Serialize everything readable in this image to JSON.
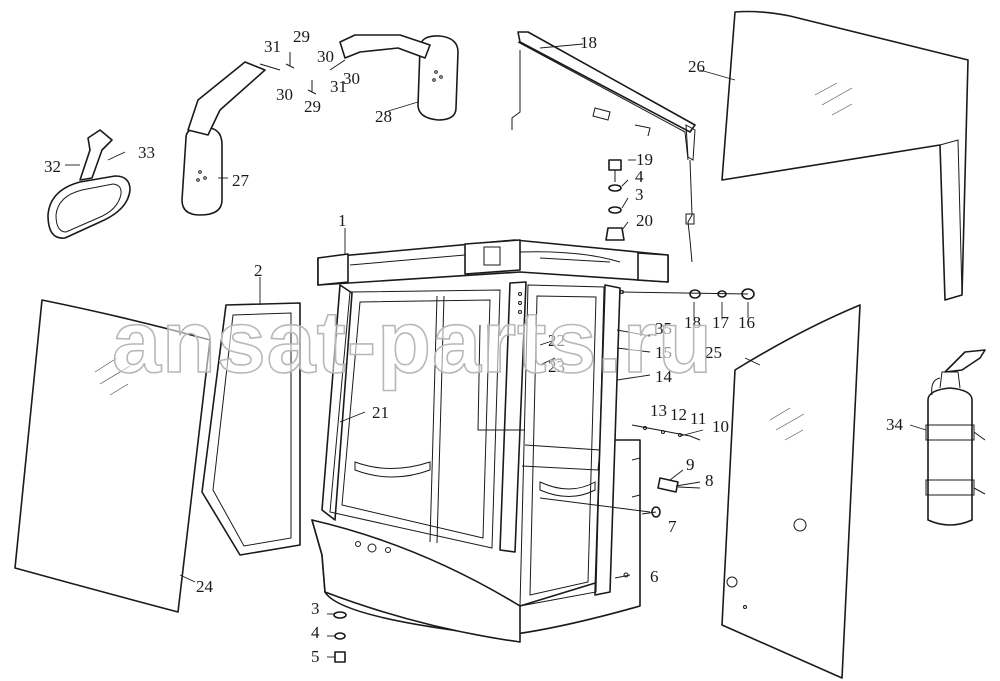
{
  "watermark": "ansat-parts.ru",
  "callouts": [
    {
      "id": "c1",
      "text": "1"
    },
    {
      "id": "c2",
      "text": "2"
    },
    {
      "id": "c3a",
      "text": "3"
    },
    {
      "id": "c3b",
      "text": "3"
    },
    {
      "id": "c4a",
      "text": "4"
    },
    {
      "id": "c4b",
      "text": "4"
    },
    {
      "id": "c5",
      "text": "5"
    },
    {
      "id": "c6",
      "text": "6"
    },
    {
      "id": "c7",
      "text": "7"
    },
    {
      "id": "c8",
      "text": "8"
    },
    {
      "id": "c9",
      "text": "9"
    },
    {
      "id": "c10",
      "text": "10"
    },
    {
      "id": "c11",
      "text": "11"
    },
    {
      "id": "c12",
      "text": "12"
    },
    {
      "id": "c13",
      "text": "13"
    },
    {
      "id": "c14",
      "text": "14"
    },
    {
      "id": "c15",
      "text": "15"
    },
    {
      "id": "c16",
      "text": "16"
    },
    {
      "id": "c17",
      "text": "17"
    },
    {
      "id": "c18a",
      "text": "18"
    },
    {
      "id": "c18b",
      "text": "18"
    },
    {
      "id": "c19",
      "text": "19"
    },
    {
      "id": "c20",
      "text": "20"
    },
    {
      "id": "c21",
      "text": "21"
    },
    {
      "id": "c22",
      "text": "22"
    },
    {
      "id": "c23",
      "text": "23"
    },
    {
      "id": "c24",
      "text": "24"
    },
    {
      "id": "c25",
      "text": "25"
    },
    {
      "id": "c26",
      "text": "26"
    },
    {
      "id": "c27",
      "text": "27"
    },
    {
      "id": "c28",
      "text": "28"
    },
    {
      "id": "c29a",
      "text": "29"
    },
    {
      "id": "c29b",
      "text": "29"
    },
    {
      "id": "c30a",
      "text": "30"
    },
    {
      "id": "c30b",
      "text": "30"
    },
    {
      "id": "c30c",
      "text": "30"
    },
    {
      "id": "c31a",
      "text": "31"
    },
    {
      "id": "c31b",
      "text": "31"
    },
    {
      "id": "c32",
      "text": "32"
    },
    {
      "id": "c33",
      "text": "33"
    },
    {
      "id": "c34",
      "text": "34"
    },
    {
      "id": "c35",
      "text": "35"
    }
  ]
}
